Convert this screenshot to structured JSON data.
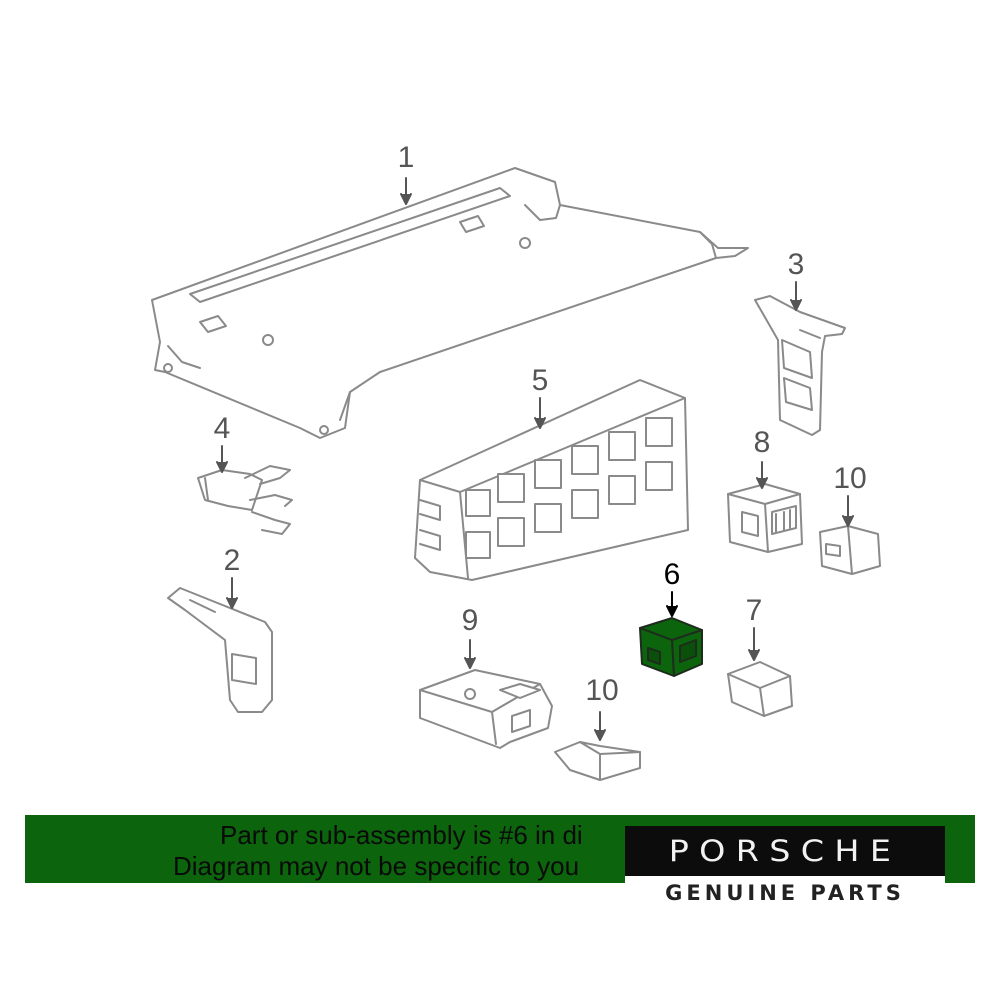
{
  "callouts": {
    "c1": "1",
    "c2": "2",
    "c3": "3",
    "c4": "4",
    "c5": "5",
    "c6": "6",
    "c7": "7",
    "c8": "8",
    "c9": "9",
    "c10a": "10",
    "c10b": "10"
  },
  "banner": {
    "line1": "Part or sub-assembly is #6 in di",
    "line2": "Diagram may not be specific to you"
  },
  "logo": {
    "wordmark": "PORSCHE",
    "tagline": "GENUINE PARTS"
  },
  "colors": {
    "highlight": "#0c640c",
    "line": "#8a8a8a",
    "banner": "#0c640c"
  }
}
